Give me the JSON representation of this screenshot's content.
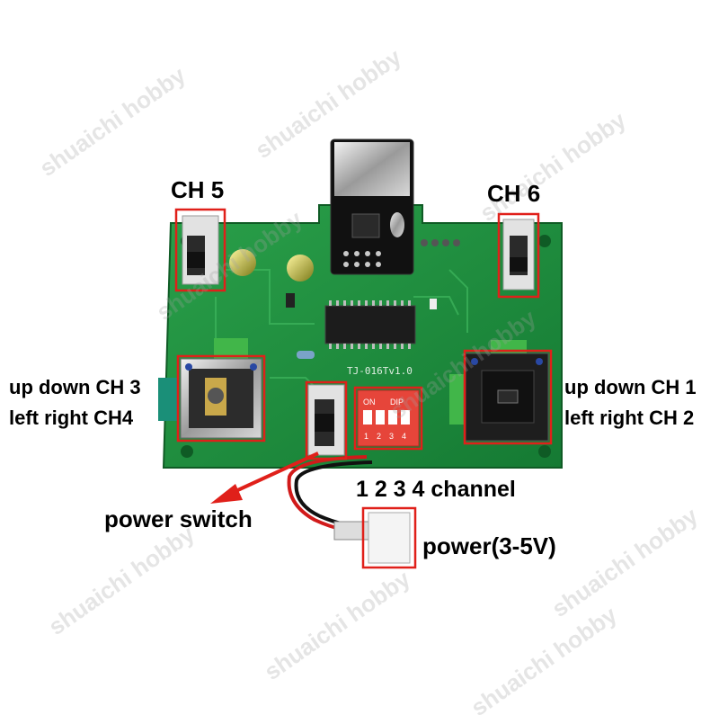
{
  "watermark": "shuaichi hobby",
  "labels": {
    "ch5": "CH 5",
    "ch6": "CH 6",
    "left_stick_line1": "up down CH 3",
    "left_stick_line2": "left right CH4",
    "right_stick_line1": "up down CH 1",
    "right_stick_line2": "left right CH 2",
    "dip_channels": "1 2 3 4 channel",
    "power_switch": "power switch",
    "power_input": "power(3-5V)"
  },
  "board": {
    "model": "TJ-016Tv1.0",
    "dip_header_on": "ON",
    "dip_header_dip": "DIP",
    "dip_numbers": [
      "1",
      "2",
      "3",
      "4"
    ]
  },
  "colors": {
    "pcb": "#1f8a3c",
    "highlight_box": "#e0201a",
    "arrow": "#e0201a",
    "dip_switch": "#e6453a"
  }
}
